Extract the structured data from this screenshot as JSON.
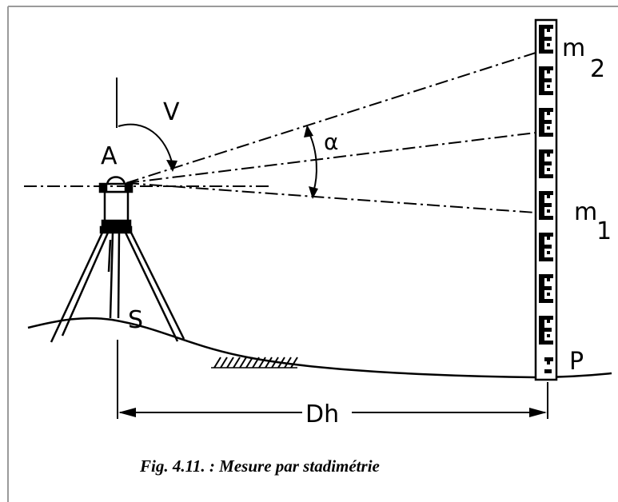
{
  "labels": {
    "V": "V",
    "A": "A",
    "alpha": "α",
    "m2_base": "m",
    "m2_sub": "2",
    "m1_base": "m",
    "m1_sub": "1",
    "S": "S",
    "P": "P",
    "Dh": "Dh"
  },
  "caption": "Fig. 4.11. :  Mesure par stadimétrie",
  "colors": {
    "ink": "#000000",
    "frame": "#9a9a9a",
    "background": "#ffffff"
  }
}
